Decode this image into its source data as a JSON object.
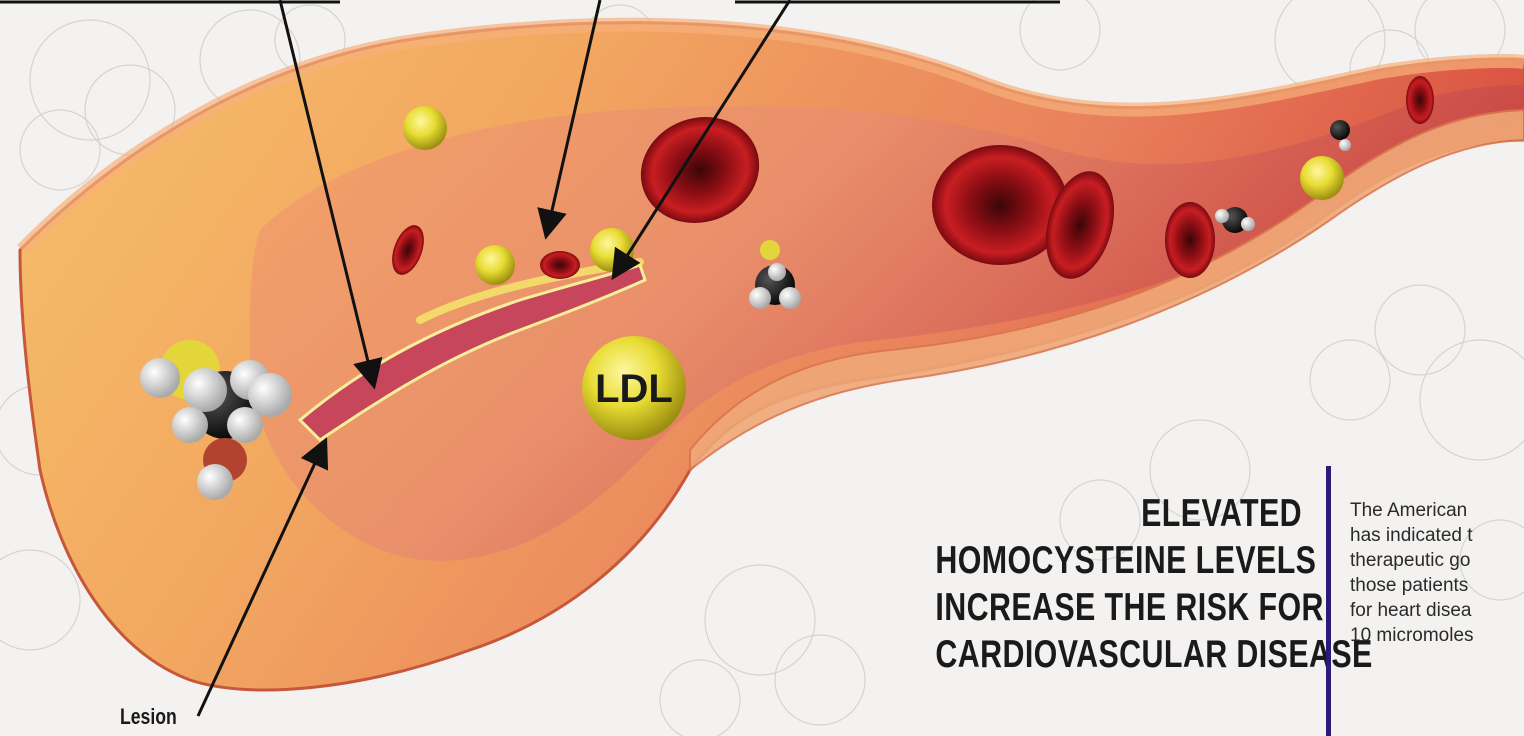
{
  "headline": {
    "lines": [
      "ELEVATED",
      "HOMOCYSTEINE LEVELS",
      "INCREASE THE RISK FOR",
      "CARDIOVASCULAR DISEASE"
    ]
  },
  "side_text": {
    "lines": [
      "The American",
      "has indicated t",
      "therapeutic go",
      "those patients",
      "for heart disea",
      "10 micromoles"
    ]
  },
  "labels": {
    "lesion": "Lesion",
    "ldl": "LDL"
  },
  "colors": {
    "vessel_outer": "#e9795a",
    "vessel_inner": "#f2b766",
    "blood_cell": "#b3141c",
    "ldl_particle": "#e9e033",
    "divider": "#2b1a7a"
  }
}
